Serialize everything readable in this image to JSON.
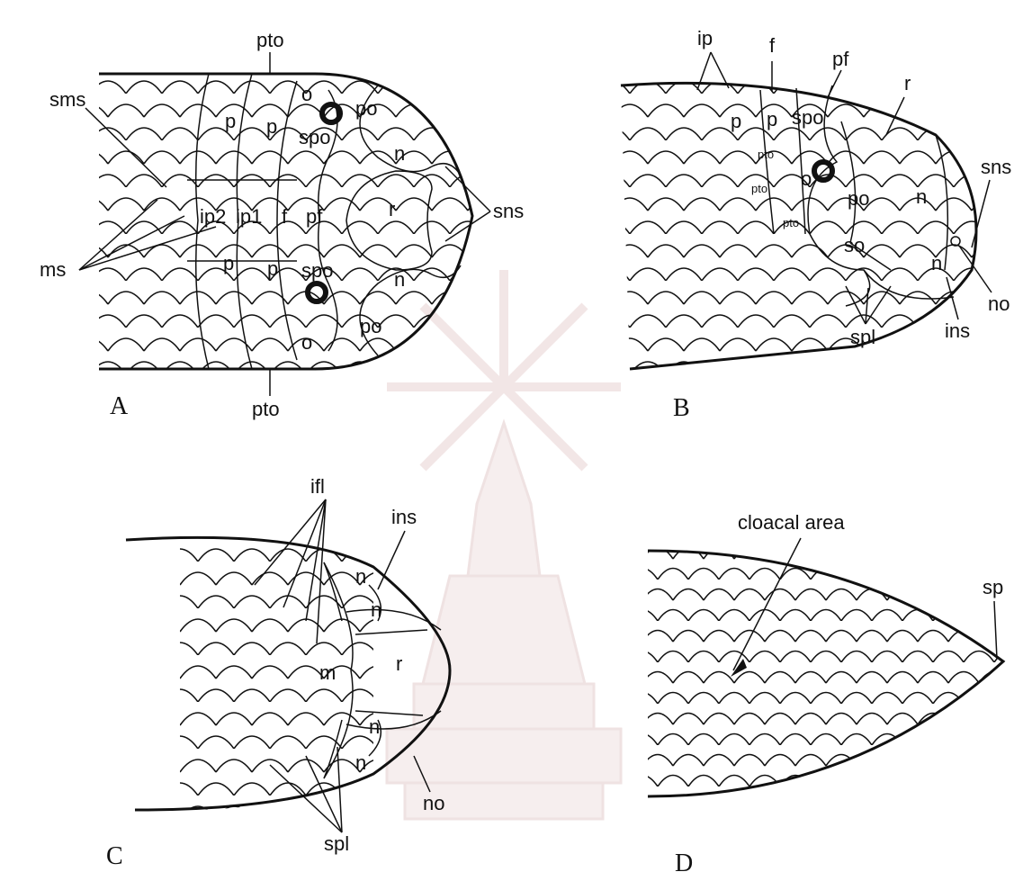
{
  "panels": {
    "A": {
      "letter": "A",
      "labels": {
        "pto_top": "pto",
        "pto_bottom": "pto",
        "sms": "sms",
        "ms": "ms",
        "sns": "sns",
        "o1": "o",
        "o2": "o",
        "po1": "po",
        "po2": "po",
        "spo1": "spo",
        "spo2": "spo",
        "n1": "n",
        "n2": "n",
        "p1": "p",
        "p2": "p",
        "p3": "p",
        "p4": "p",
        "ip2": "ip2",
        "ip1": "ip1",
        "f": "f",
        "pf": "pf",
        "r": "r"
      }
    },
    "B": {
      "letter": "B",
      "labels": {
        "ip": "ip",
        "f": "f",
        "pf": "pf",
        "r": "r",
        "sns": "sns",
        "no": "no",
        "ins": "ins",
        "spl": "spl",
        "p1": "p",
        "p2": "p",
        "spo": "spo",
        "pto1": "pto",
        "pto2": "pto",
        "pto3": "pto",
        "o": "o",
        "po": "po",
        "n1": "n",
        "n2": "n",
        "so": "so"
      }
    },
    "C": {
      "letter": "C",
      "labels": {
        "ifl": "ifl",
        "ins": "ins",
        "n1": "n",
        "n2": "n",
        "n3": "n",
        "n4": "n",
        "m": "m",
        "r": "r",
        "no": "no",
        "spl": "spl"
      }
    },
    "D": {
      "letter": "D",
      "labels": {
        "cloacal_area": "cloacal area",
        "sp": "sp"
      }
    }
  }
}
